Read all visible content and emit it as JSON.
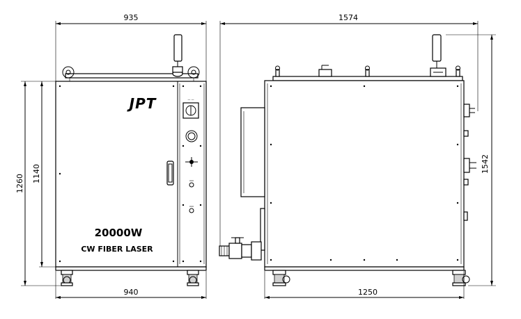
{
  "diagram": {
    "dimensions": {
      "front_top_width": "935",
      "front_bottom_width": "940",
      "front_total_height": "1260",
      "front_body_height": "1140",
      "side_top_width": "1574",
      "side_bottom_width": "1250",
      "side_height": "1542"
    },
    "front_panel": {
      "brand": "JPT",
      "power": "20000W",
      "product": "CW FIBER LASER"
    }
  }
}
